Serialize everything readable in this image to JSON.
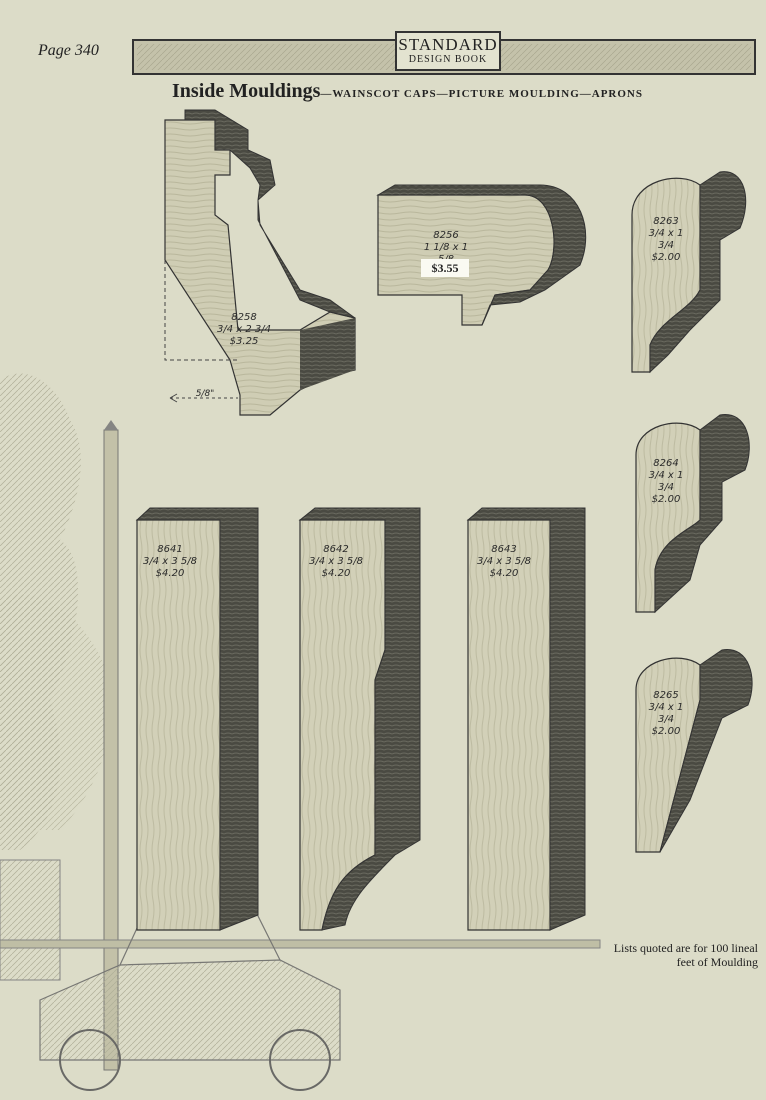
{
  "page": {
    "number": "Page 340"
  },
  "logo": {
    "line1": "STANDARD",
    "line2": "DESIGN BOOK"
  },
  "heading": {
    "main": "Inside Mouldings",
    "sub": "—WAINSCOT CAPS—PICTURE MOULDING—APRONS"
  },
  "mouldings": [
    {
      "number": "8258",
      "size": "3/4 x 2 3/4",
      "price": "$3.25"
    },
    {
      "number": "8256",
      "size": "1 1/8 x 1 5/8",
      "price": "$3.55"
    },
    {
      "number": "8263",
      "size": "3/4 x 1 3/4",
      "price": "$2.00"
    },
    {
      "number": "8264",
      "size": "3/4 x 1 3/4",
      "price": "$2.00"
    },
    {
      "number": "8265",
      "size": "3/4 x 1 3/4",
      "price": "$2.00"
    },
    {
      "number": "8641",
      "size": "3/4 x 3 5/8",
      "price": "$4.20"
    },
    {
      "number": "8642",
      "size": "3/4 x 3 5/8",
      "price": "$4.20"
    },
    {
      "number": "8643",
      "size": "3/4 x 3 5/8",
      "price": "$4.20"
    }
  ],
  "dimension_note": "5/8\"",
  "footnote": "Lists quoted are for 100 lineal feet of Moulding"
}
